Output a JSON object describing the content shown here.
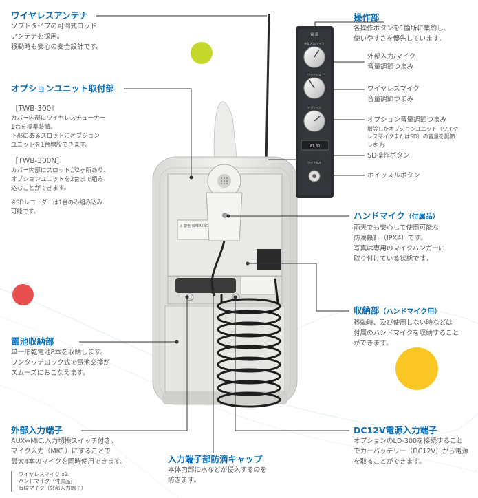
{
  "callouts": {
    "antenna": {
      "title": "ワイヤレスアンテナ",
      "text": "ソフトタイプの可倒式ロッド\nアンテナを採用。\n移動時も安心の安全設計です。"
    },
    "option_unit": {
      "title": "オプションユニット取付部",
      "twb300_label": "［TWB-300］",
      "twb300_text": "カバー内部にワイヤレスチューナー\n1台を標準装備。\n下部にあるスロットにオプション\nユニットを1台増設できます。",
      "twb300n_label": "［TWB-300N］",
      "twb300n_text": "カバー内部にスロットが2ヶ所あり、\nオプションユニットを2台まで組み\n込むことができます。",
      "note": "※SDレコーダーは1台のみ組み込み\n可能です。"
    },
    "battery": {
      "title": "電池収納部",
      "text": "単一形乾電池8本を収納します。\nワンタッチロック式で電池交換が\nスムーズにおこなえます。"
    },
    "ext_input": {
      "title": "外部入力端子",
      "text": "AUX⇔MIC.入力切換スイッチ付き。\nマイク入力（MIC.）にすることで\n最大4本のマイクを同時使用できます。",
      "list": [
        "･ワイヤレスマイク x2",
        "･ハンドマイク（付属品）",
        "･有線マイク（外部入力端子）"
      ]
    },
    "input_cap": {
      "title": "入力端子部防滴キャップ",
      "text": "本体内部に水などが侵入するのを\n防ぎます。"
    },
    "controls": {
      "title": "操作部",
      "text": "各操作ボタンを1箇所に集約し、\n使いやすさを優先しています。"
    },
    "ext_mic_knob": {
      "text": "外部入力/マイク\n音量調節つまみ"
    },
    "wireless_knob": {
      "text": "ワイヤレスマイク\n音量調節つまみ"
    },
    "option_knob": {
      "text": "オプション音量調節つまみ",
      "sub": "増設したオプションユニット（ワイヤ\nレスマイクまたはSD）の音量を調節\nします。"
    },
    "sd_button": {
      "text": "SD操作ボタン"
    },
    "whistle_button": {
      "text": "ホイッスルボタン"
    },
    "hand_mic": {
      "title": "ハンドマイク",
      "title_small": "（付属品）",
      "text": "雨天でも安心して使用可能な\n防滴設計（IPX4）です。\n写真は専用のマイクハンガーに\n取り付けている状態です。"
    },
    "storage": {
      "title": "収納部",
      "title_small": "（ハンドマイク用）",
      "text": "移動時、及び使用しない時などは\n付属のハンドマイクを収納すること\nができます。"
    },
    "dc12v": {
      "title": "DC12V電源入力端子",
      "text": "オプションのLD-300を接続すること\nでカーバッテリー（DC12V）から電源\nを取ることができます。"
    }
  },
  "device": {
    "panel_label": "電 源",
    "panel_knob1": "外部入力/マイク",
    "panel_knob2": "ワイヤレス",
    "panel_knob3": "オプション",
    "panel_sd": "A1  B2",
    "panel_whistle": "ホイッスル",
    "warning_label": "⚠ 警告  WARNING"
  },
  "colors": {
    "accent_blue": "#0a6fb5",
    "dot_green": "#c3d82b",
    "dot_red": "#e8504f",
    "dot_yellow": "#f9c623"
  }
}
